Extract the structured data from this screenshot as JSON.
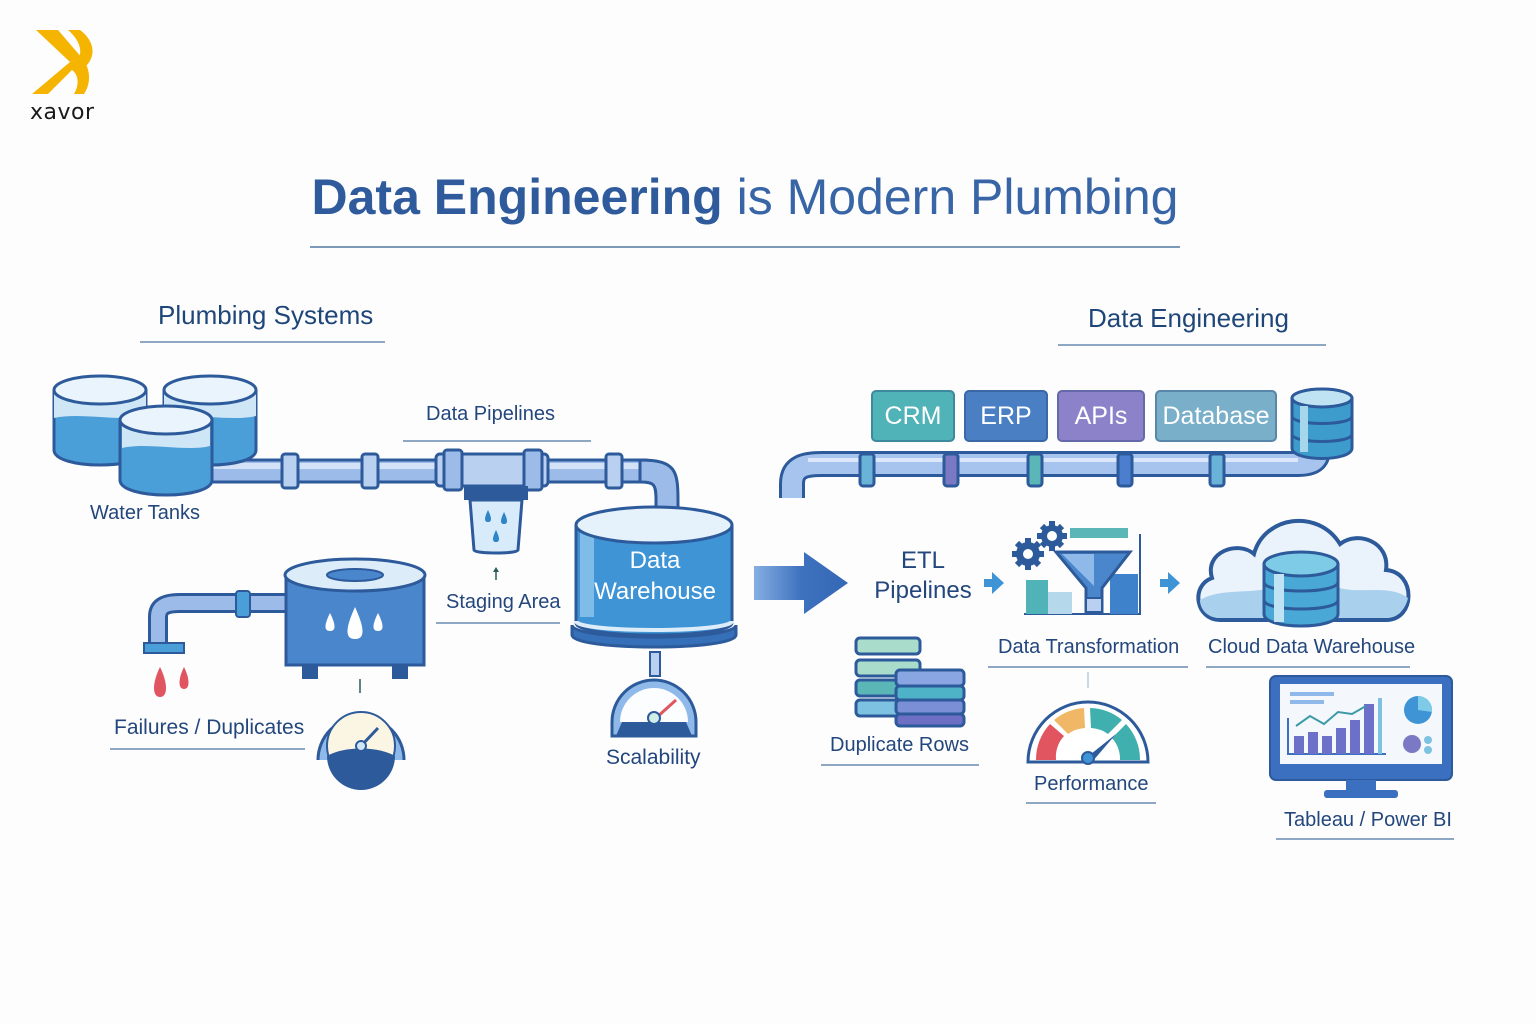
{
  "brand": {
    "name": "xavor",
    "accent": "#f5b400"
  },
  "title": {
    "bold": "Data Engineering",
    "rest": " is Modern Plumbing"
  },
  "left": {
    "heading": "Plumbing Systems",
    "labels": {
      "water_tanks": "Water Tanks",
      "data_pipelines": "Data Pipelines",
      "staging_area": "Staging Area",
      "warehouse_line1": "Data",
      "warehouse_line2": "Warehouse",
      "failures": "Failures / Duplicates",
      "scalability": "Scalability"
    }
  },
  "right": {
    "heading": "Data Engineering",
    "sources": [
      {
        "label": "CRM",
        "color": "#4fb3b8"
      },
      {
        "label": "ERP",
        "color": "#4a7fc4"
      },
      {
        "label": "APIs",
        "color": "#8c82c9"
      },
      {
        "label": "Database",
        "color": "#7aafc9"
      }
    ],
    "labels": {
      "etl_line1": "ETL",
      "etl_line2": "Pipelines",
      "transformation": "Data Transformation",
      "cloud_warehouse": "Cloud Data Warehouse",
      "duplicate_rows": "Duplicate Rows",
      "performance": "Performance",
      "bi": "Tableau / Power BI"
    }
  },
  "colors": {
    "title_blue": "#3865a6",
    "water": "#4a9fd8",
    "pipe": "#8fb3e6",
    "outline": "#2d5a9a",
    "red_drop": "#e0555f"
  }
}
